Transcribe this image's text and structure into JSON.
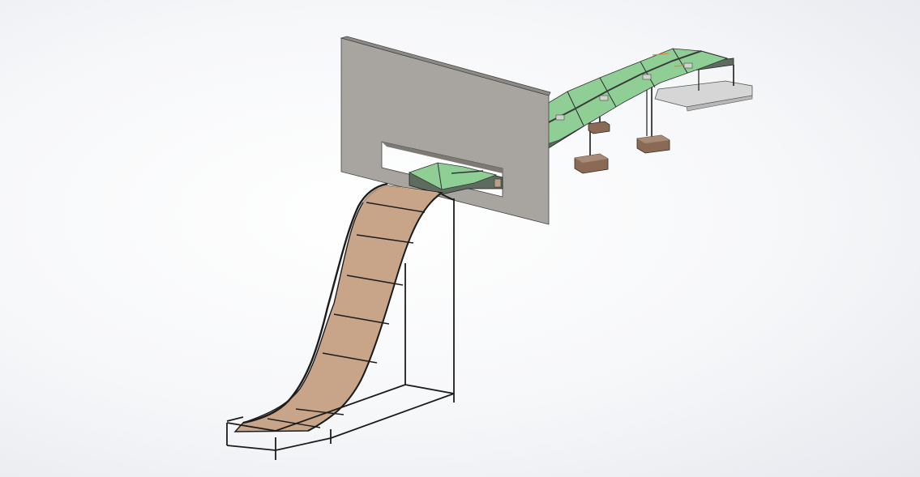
{
  "viewport": {
    "background_center": "#ffffff",
    "background_edge": "#e6e8ee"
  },
  "model": {
    "wall_color": "#a8a5a0",
    "wall_shadow": "#8e8b86",
    "slide_color": "#c8a488",
    "slide_highlight": "#d9b89b",
    "conveyor_top_color": "#8fcf96",
    "conveyor_side_color": "#5e6b5f",
    "frame_color": "#1c1c1c",
    "block_color": "#8a6a55",
    "block_top_color": "#a88b76",
    "platform_color": "#c9c9c9",
    "platform_top_color": "#d6d6d6",
    "icons": {
      "wall": "wall-panel",
      "slide": "curved-chute",
      "conveyor": "roller-conveyor",
      "support": "support-block",
      "platform": "end-platform"
    }
  }
}
